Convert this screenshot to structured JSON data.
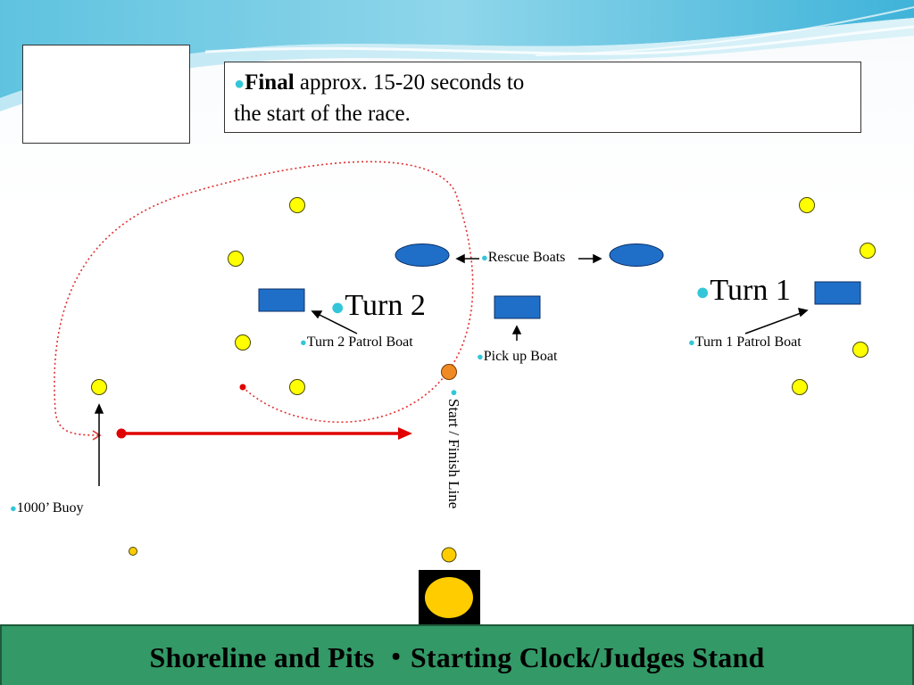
{
  "note": {
    "bold": "Final",
    "line1_rest": " approx. 15-20 seconds to",
    "line2": "the start of the race."
  },
  "labels": {
    "turn2": "Turn 2",
    "turn1": "Turn 1",
    "rescue_boats": "Rescue Boats",
    "turn2_patrol": "Turn 2 Patrol Boat",
    "turn1_patrol": "Turn 1 Patrol Boat",
    "pickup_boat": "Pick up Boat",
    "start_finish": "Start / Finish Line",
    "buoy_1000": "1000’ Buoy"
  },
  "footer": {
    "text": "Shoreline and Pits ・Starting Clock/Judges Stand"
  },
  "colors": {
    "buoy_fill": "#ffff00",
    "start_buoy": "#f08a24",
    "boat_fill": "#1f6fc8",
    "race_arrow": "#e00000",
    "path_dotted": "#e03030",
    "bullet": "#33c6d9",
    "footer_bg": "#339966",
    "clock_fill": "#ffcc00"
  }
}
